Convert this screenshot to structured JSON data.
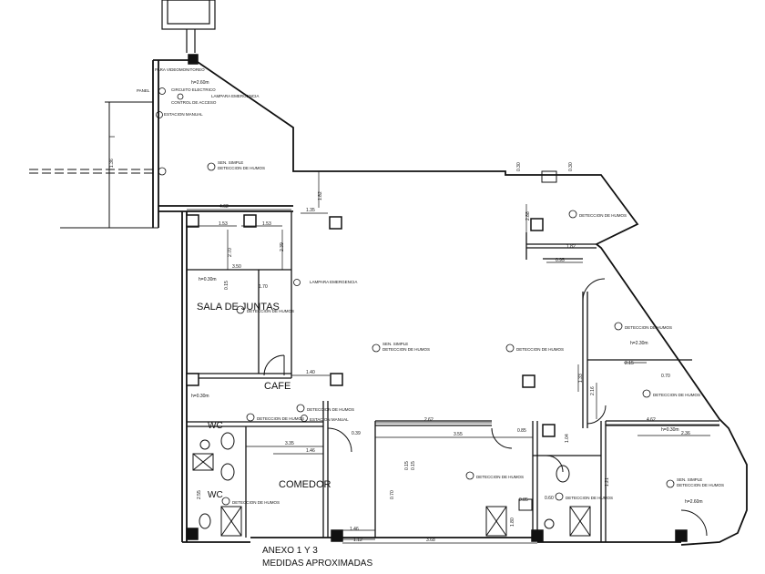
{
  "title_block": {
    "line1": "ANEXO 1 Y 3",
    "line2": "MEDIDAS APROXIMADAS"
  },
  "rooms": {
    "sala": "SALA DE JUNTAS",
    "cafe": "CAFE",
    "comedor": "COMEDOR",
    "wc1": "WC",
    "wc2": "WC"
  },
  "symbol_labels": {
    "detector": "DETECCION DE HUMOS",
    "detector_prefix": "SEN. SIMPLE",
    "estacion": "ESTACION MANUAL",
    "lampara": "LAMPARA EMERGENCIA",
    "videomonitoreo": "PARA VIDEOMONITOREO",
    "control_acceso": "CONTROL DE ACCESO",
    "panel": "PANEL",
    "circuito": "CIRCUITO ELECTRICO",
    "lampara_sala": "LAMPARA EMERGENCIA"
  },
  "dimensions": {
    "d1": "4.62",
    "d2": "1.53",
    "d3": "1.53",
    "d4": "1.35",
    "d5": "2.70",
    "d6": "2.39",
    "d7": "3.50",
    "d8": "1.70",
    "d9": "1.40",
    "d10": "2.62",
    "d11": "3.55",
    "d12": "3.35",
    "d13": "1.46",
    "d14": "3.68",
    "d15": "1.12",
    "d16": "1.46",
    "d17": "1.82",
    "d18": "1.82",
    "d19": "2.88",
    "d20": "0.95",
    "d21": "2.15",
    "d22": "4.62",
    "d23": "2.36",
    "d24": "0.70",
    "d25": "1.33",
    "d26": "2.16",
    "d27": "0.85",
    "d28": "1.04",
    "d29": "0.30",
    "d30": "0.30",
    "d31": "1.36",
    "d32": "0.15",
    "d33": "0.15",
    "d34": "2.55",
    "d35": "0.70",
    "d36": "0.85",
    "d37": "1.80",
    "d38": "0.39",
    "d39": "0.60",
    "d40": "1.21",
    "d41": "0.15",
    "h1": "h=2.60m",
    "h2": "h=0.30m",
    "h3": "h=0.30m",
    "h4": "h=2.30m",
    "h5": "h=0.30m",
    "h6": "h=2.60m"
  }
}
